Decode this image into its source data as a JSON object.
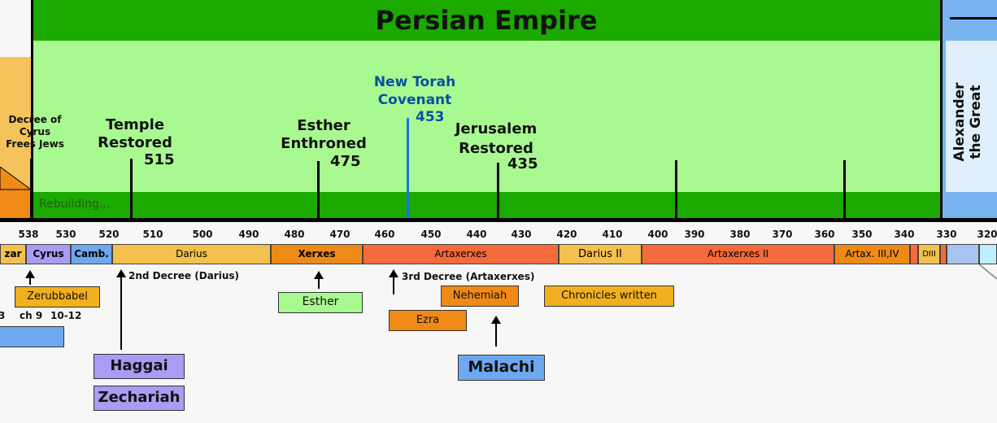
{
  "empire": {
    "title": "Persian Empire",
    "rebuilding_label": "Rebuilding...",
    "colors": {
      "dark": "#1aaa00",
      "light": "#a9f991"
    }
  },
  "alexander": {
    "label_line1": "Alexander",
    "label_line2": "the Great"
  },
  "events": {
    "decree_cyrus": [
      "Decree of",
      "Cyrus",
      "Frees Jews"
    ],
    "temple": {
      "line1": "Temple",
      "line2": "Restored",
      "year": "515"
    },
    "esther": {
      "line1": "Esther",
      "line2": "Enthroned",
      "year": "475"
    },
    "torah": {
      "line1": "New Torah",
      "line2": "Covenant",
      "year": "453"
    },
    "jerusalem": {
      "line1": "Jerusalem",
      "line2": "Restored",
      "year": "435"
    }
  },
  "axis": {
    "ticks": [
      "538",
      "530",
      "520",
      "510",
      "500",
      "490",
      "480",
      "470",
      "460",
      "450",
      "440",
      "430",
      "420",
      "410",
      "400",
      "390",
      "380",
      "370",
      "360",
      "350",
      "340",
      "330",
      "320"
    ]
  },
  "reigns": {
    "zar": "zar",
    "cyrus": "Cyrus",
    "camb": "Camb.",
    "darius": "Darius",
    "xerxes": "Xerxes",
    "artaxerxes": "Artaxerxes",
    "darius2": "Darius II",
    "artaxerxes2": "Artaxerxes II",
    "artax34": "Artax. III,IV",
    "diii": "DIII"
  },
  "decrees": {
    "second": "2nd Decree (Darius)",
    "third": "3rd Decree (Artaxerxes)"
  },
  "people": {
    "zerubbabel": "Zerubbabel",
    "esther": "Esther",
    "nehemiah": "Nehemiah",
    "ezra": "Ezra",
    "chronicles": "Chronicles written",
    "haggai": "Haggai",
    "zechariah": "Zechariah",
    "malachi": "Malachi"
  },
  "ezra_chapters": {
    "a": "3",
    "b": "ch 9",
    "c": "10-12"
  }
}
